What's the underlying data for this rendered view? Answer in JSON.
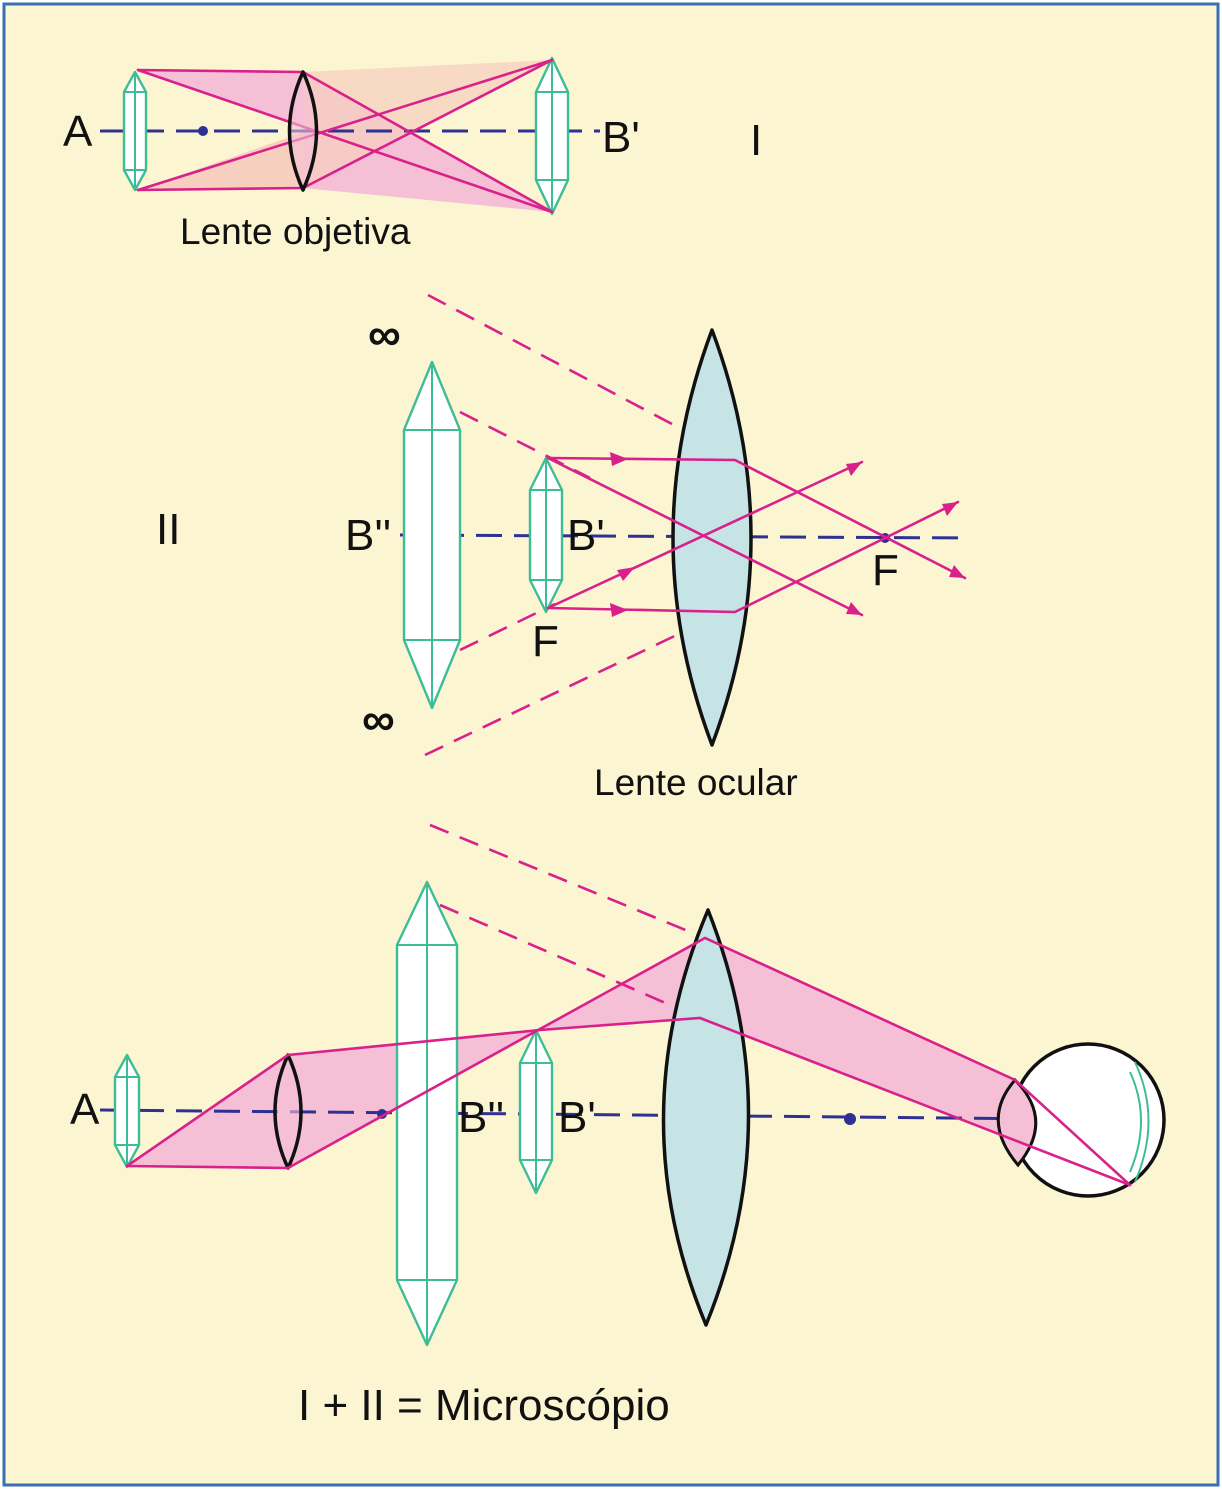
{
  "colors": {
    "background": "#fbf5d2",
    "frame": "#3b6fb5",
    "ray": "#d9218b",
    "beam_fill": "#f5bfd6",
    "beam_fill_orange": "#f7cfbf",
    "axis": "#2e3192",
    "object_stroke": "#3dbd96",
    "object_fill": "#ffffff",
    "lens_fill": "#c6e3e6",
    "lens_stroke": "#111111",
    "text": "#111111"
  },
  "part_I": {
    "roman": "I",
    "label_A": "A",
    "label_B_prime": "B'",
    "caption": "Lente objetiva"
  },
  "part_II": {
    "roman": "II",
    "label_infinity_top": "∞",
    "label_infinity_bottom": "∞",
    "label_B_double_prime": "B''",
    "label_B_prime": "B'",
    "label_F_left": "F",
    "label_F_right": "F",
    "caption": "Lente ocular"
  },
  "combined": {
    "label_A": "A",
    "label_B_double_prime": "B''",
    "label_B_prime": "B'",
    "caption": "I + II = Microscópio"
  }
}
